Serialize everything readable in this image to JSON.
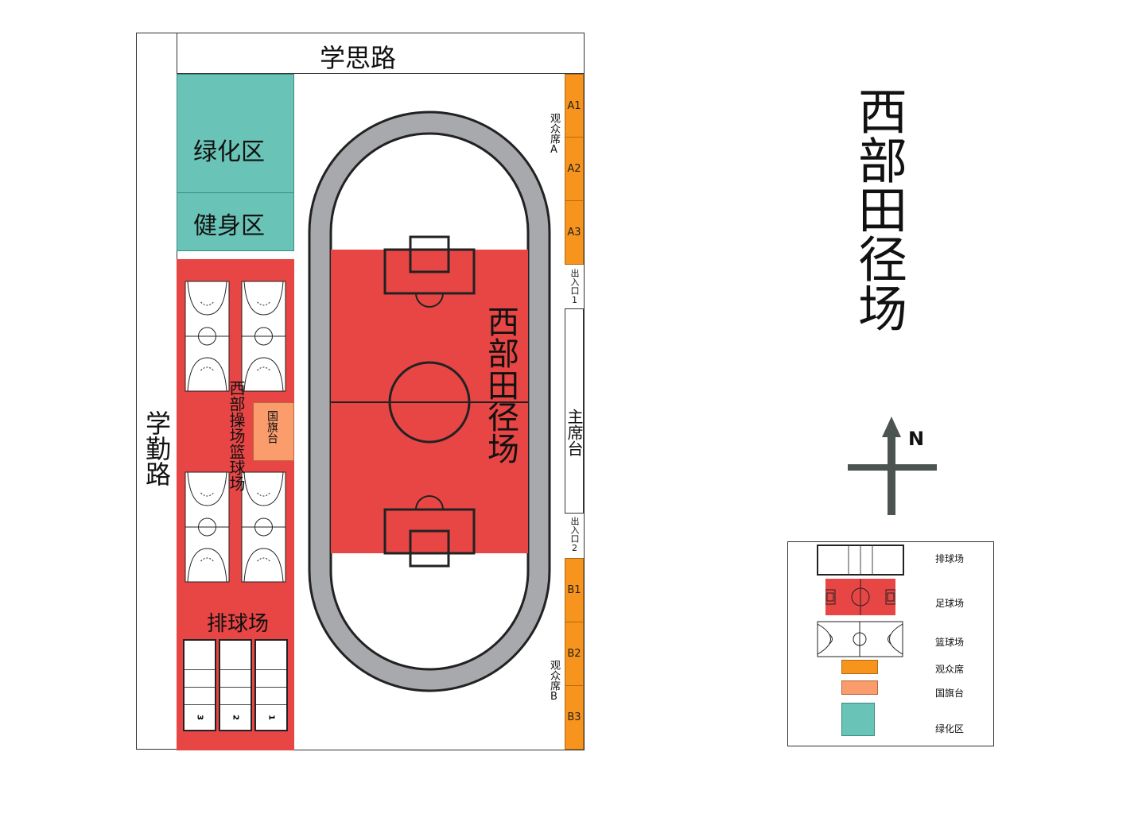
{
  "roads": {
    "top": "学思路",
    "left": "学勤路"
  },
  "zones": {
    "greenery": "绿化区",
    "fitness": "健身区",
    "basketball_area": "西部操场篮球场",
    "flag_platform": "国旗台",
    "volleyball_area": "排球场",
    "field_name": "西部田径场"
  },
  "volleyball_courts": [
    "3",
    "2",
    "1"
  ],
  "stands": {
    "a_label": "观众席A",
    "b_label": "观众席B",
    "a_sections": [
      "A1",
      "A2",
      "A3"
    ],
    "b_sections": [
      "B1",
      "B2",
      "B3"
    ],
    "exit1": "出入口1",
    "exit2": "出入口2",
    "main": "主席台"
  },
  "map_title": "西部田径场",
  "compass": {
    "north": "N"
  },
  "legend": {
    "volleyball": "排球场",
    "football": "足球场",
    "basketball": "篮球场",
    "stand": "观众席",
    "flag": "国旗台",
    "green": "绿化区"
  },
  "colors": {
    "red": "#e84545",
    "green": "#69c3b7",
    "orange": "#f7941d",
    "salmon": "#fb9c6c",
    "track": "#a7a9ac"
  }
}
